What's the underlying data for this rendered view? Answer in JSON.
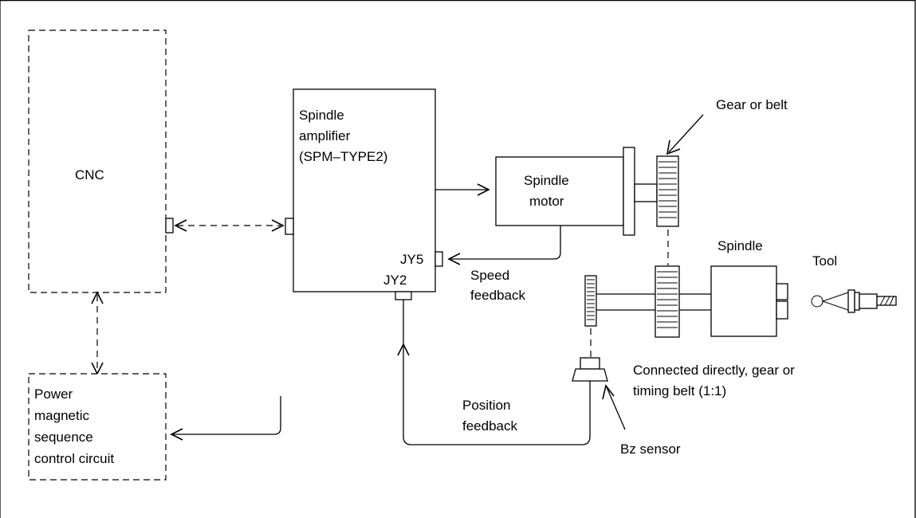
{
  "cnc": {
    "label": "CNC"
  },
  "power_circuit": {
    "lines": [
      "Power",
      "magnetic",
      "sequence",
      "control circuit"
    ]
  },
  "amplifier": {
    "lines": [
      "Spindle",
      "amplifier",
      "(SPM–TYPE2)"
    ],
    "jy5": "JY5",
    "jy2": "JY2"
  },
  "motor": {
    "lines": [
      "Spindle",
      "motor"
    ]
  },
  "labels": {
    "gear_or_belt": "Gear or belt",
    "spindle": "Spindle",
    "tool": "Tool",
    "speed_feedback": [
      "Speed",
      "feedback"
    ],
    "position_feedback": [
      "Position",
      "feedback"
    ],
    "connected": [
      "Connected directly, gear or",
      "timing belt (1:1)"
    ],
    "bz_sensor": "Bz sensor"
  }
}
